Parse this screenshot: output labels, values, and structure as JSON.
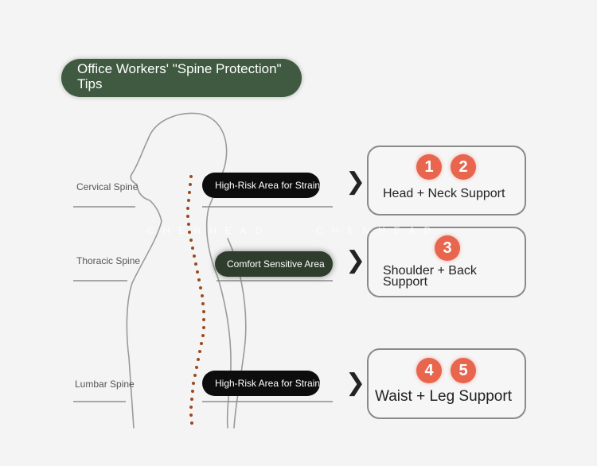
{
  "title": "Office Workers' \"Spine Protection\" Tips",
  "spine_labels": [
    "Cervical Spine",
    "Thoracic Spine",
    "Lumbar Spine"
  ],
  "tags": [
    "High-Risk Area for Strain",
    "Comfort Sensitive Area",
    "High-Risk Area for Strain"
  ],
  "cards": [
    {
      "badges": [
        "1",
        "2"
      ],
      "label": "Head + Neck Support"
    },
    {
      "badges": [
        "3"
      ],
      "label": "Shoulder + Back Support"
    },
    {
      "badges": [
        "4",
        "5"
      ],
      "label": "Waist + Leg Support"
    }
  ],
  "watermark": [
    "CHENHEAD",
    "CHENHEAD"
  ],
  "colors": {
    "title_bg": "#3f5a40",
    "badge": "#e8654e",
    "spine_dots": "#9a4a20",
    "tag_black": "#0d0d0d",
    "tag_green": "#2f3d2c"
  }
}
